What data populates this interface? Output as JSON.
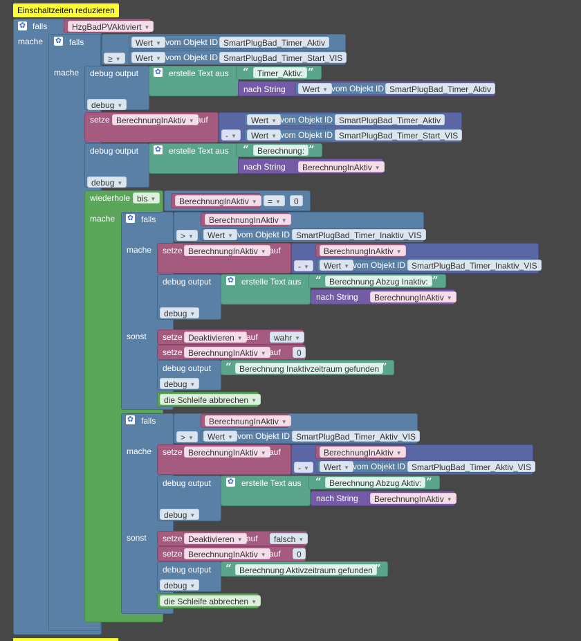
{
  "comment": "Einschaltzeiten reduzieren",
  "kw": {
    "falls": "falls",
    "mache": "mache",
    "sonst": "sonst",
    "setze": "setze",
    "auf": "auf",
    "debug_output": "debug output",
    "debug": "debug",
    "erstelle_text": "erstelle Text aus",
    "nach_string": "nach String",
    "vom_objekt": "vom Objekt ID",
    "wert": "Wert",
    "wiederhole": "wiederhole",
    "bis": "bis",
    "abbrechen": "die Schleife abbrechen",
    "op_ge": "≥",
    "op_gt": ">",
    "op_eq": "=",
    "op_minus": "-"
  },
  "vars": {
    "hzg": "HzgBadPVAktiviert",
    "berechnung": "BerechnungInAktiv",
    "deaktivieren": "Deaktivieren"
  },
  "ids": {
    "timer_aktiv": "SmartPlugBad_Timer_Aktiv",
    "timer_start": "SmartPlugBad_Timer_Start_VIS",
    "timer_inaktiv_vis": "SmartPlugBad_Timer_Inaktiv_VIS",
    "timer_aktiv_vis": "SmartPlugBad_Timer_Aktiv_VIS"
  },
  "texts": {
    "timer_aktiv": "Timer_Aktiv:",
    "berechnung": "Berechnung:",
    "abzug_inaktiv": "Berechnung Abzug Inaktiv:",
    "inaktiv_gefunden": "Berechnung Inaktivzeitraum gefunden",
    "abzug_aktiv": "Berechnung Abzug Aktiv:",
    "aktiv_gefunden": "Berechnung Aktivzeitraum gefunden"
  },
  "values": {
    "zero": "0",
    "wahr": "wahr",
    "falsch": "falsch"
  }
}
